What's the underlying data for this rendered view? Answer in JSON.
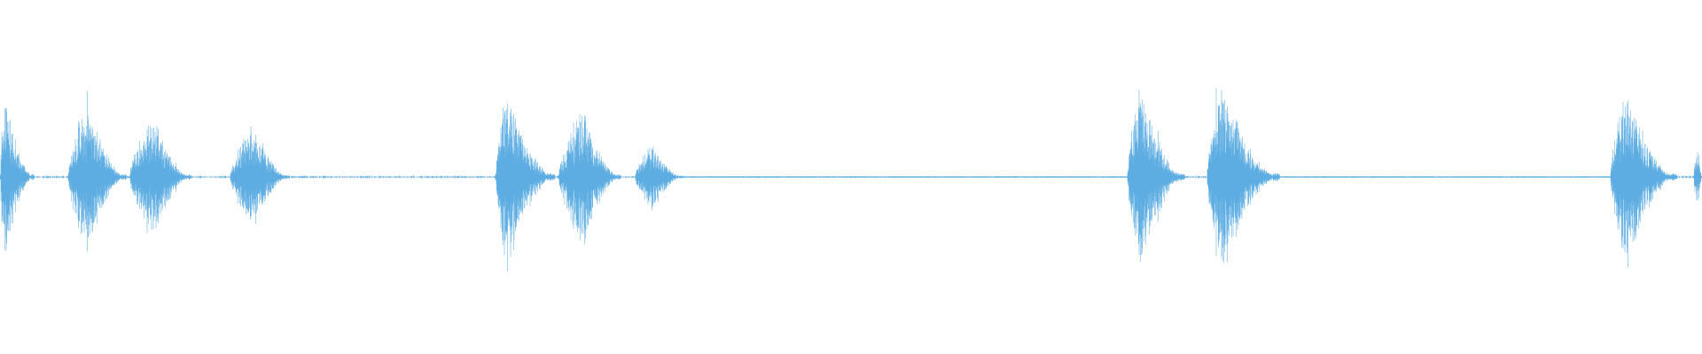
{
  "waveform": {
    "color": "#5dade2",
    "baseline_amplitude": 0.008,
    "sparse_noise_amplitude": 0.015,
    "peak_amplitude_scale": 1.0,
    "bursts": [
      {
        "start": 0.0,
        "end": 0.02,
        "peak": 0.88,
        "attack": 0.15
      },
      {
        "start": 0.04,
        "end": 0.074,
        "peak": 0.8,
        "attack": 0.35
      },
      {
        "start": 0.076,
        "end": 0.112,
        "peak": 0.64,
        "attack": 0.4
      },
      {
        "start": 0.135,
        "end": 0.17,
        "peak": 0.56,
        "attack": 0.4
      },
      {
        "start": 0.291,
        "end": 0.326,
        "peak": 1.0,
        "attack": 0.2
      },
      {
        "start": 0.328,
        "end": 0.365,
        "peak": 0.72,
        "attack": 0.4
      },
      {
        "start": 0.373,
        "end": 0.402,
        "peak": 0.35,
        "attack": 0.35
      },
      {
        "start": 0.662,
        "end": 0.696,
        "peak": 1.0,
        "attack": 0.25
      },
      {
        "start": 0.709,
        "end": 0.752,
        "peak": 1.0,
        "attack": 0.2
      },
      {
        "start": 0.946,
        "end": 0.985,
        "peak": 0.92,
        "attack": 0.25
      },
      {
        "start": 0.995,
        "end": 1.0,
        "peak": 0.35,
        "attack": 0.5
      }
    ],
    "continuous_hum": [
      {
        "start": 0.4,
        "end": 0.665
      },
      {
        "start": 0.752,
        "end": 0.946
      }
    ],
    "quiet_regions": [
      {
        "start": 0.17,
        "end": 0.291
      },
      {
        "start": 0.02,
        "end": 0.04
      }
    ]
  }
}
